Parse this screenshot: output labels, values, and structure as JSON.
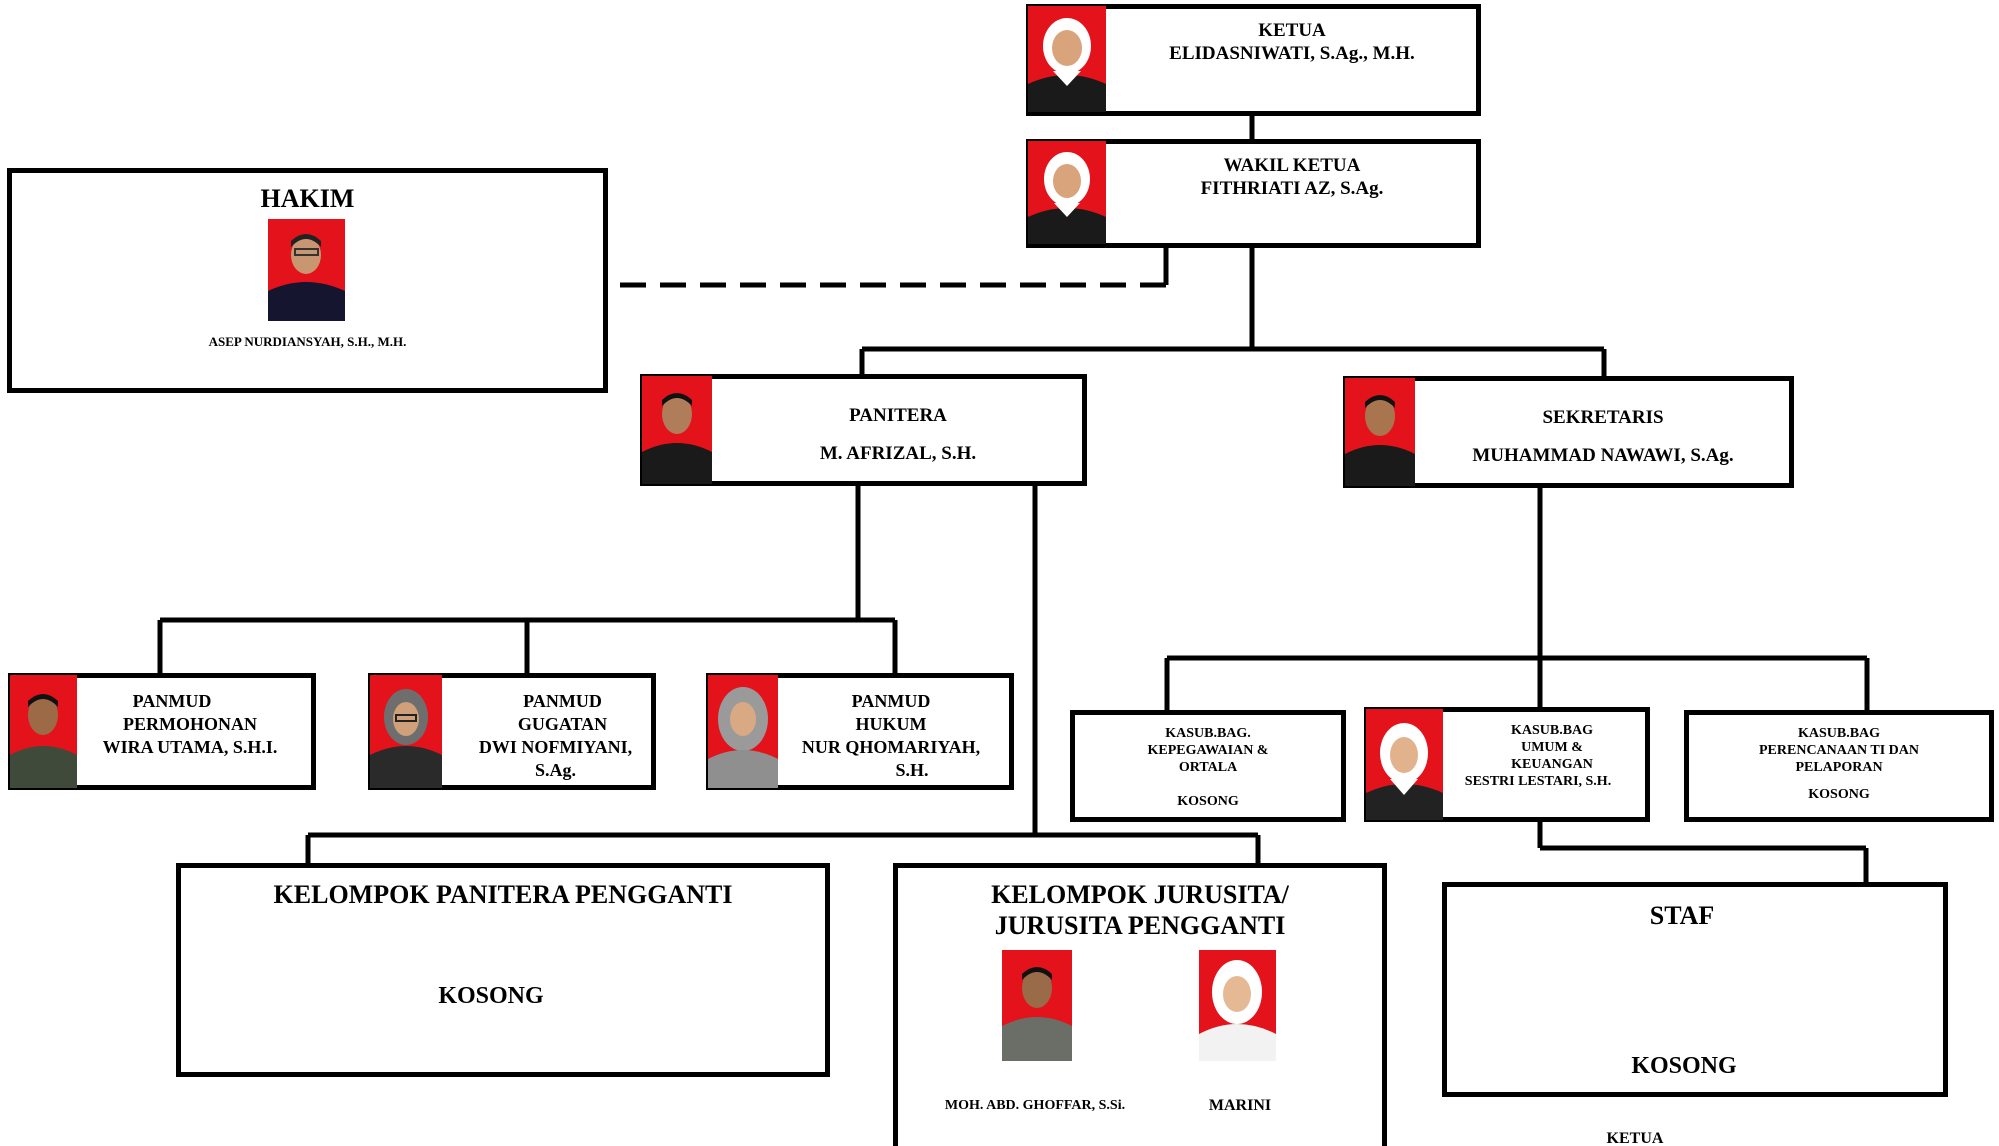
{
  "ketua": {
    "title": "KETUA",
    "name": "ELIDASNIWATI, S.Ag., M.H."
  },
  "wakil": {
    "title": "WAKIL KETUA",
    "name": "FITHRIATI AZ, S.Ag."
  },
  "hakim": {
    "title": "HAKIM",
    "name": "ASEP  NURDIANSYAH, S.H., M.H."
  },
  "panitera": {
    "title": "PANITERA",
    "name": "M. AFRIZAL, S.H."
  },
  "sekretaris": {
    "title": "SEKRETARIS",
    "name": "MUHAMMAD NAWAWI, S.Ag."
  },
  "panmud_permohonan": {
    "line1": "PANMUD",
    "line2": "PERMOHONAN",
    "line3": "WIRA UTAMA, S.H.I."
  },
  "panmud_gugatan": {
    "line1": "PANMUD",
    "line2": "GUGATAN",
    "line3": "DWI NOFMIYANI,",
    "line4": "S.Ag."
  },
  "panmud_hukum": {
    "line1": "PANMUD",
    "line2": "HUKUM",
    "line3": "NUR QHOMARIYAH,",
    "line4": "S.H."
  },
  "kasubbag_kepegawaian": {
    "line1": "KASUB.BAG.",
    "line2": "KEPEGAWAIAN &",
    "line3": "ORTALA",
    "status": "KOSONG"
  },
  "kasubbag_umum": {
    "line1": "KASUB.BAG",
    "line2": "UMUM &",
    "line3": "KEUANGAN",
    "name": "SESTRI LESTARI, S.H."
  },
  "kasubbag_perencanaan": {
    "line1": "KASUB.BAG",
    "line2": "PERENCANAAN TI DAN",
    "line3": "PELAPORAN",
    "status": "KOSONG"
  },
  "panitera_pengganti": {
    "title": "KELOMPOK PANITERA PENGGANTI",
    "status": "KOSONG"
  },
  "jurusita": {
    "title1": "KELOMPOK JURUSITA/",
    "title2": "JURUSITA PENGGANTI",
    "member1": "MOH. ABD. GHOFFAR, S.Si.",
    "member2": "MARINI"
  },
  "staf": {
    "title": "STAF",
    "status": "KOSONG"
  },
  "footer": {
    "label": "KETUA"
  },
  "colors": {
    "photo_bg": "#e3121b",
    "line": "#000000"
  }
}
